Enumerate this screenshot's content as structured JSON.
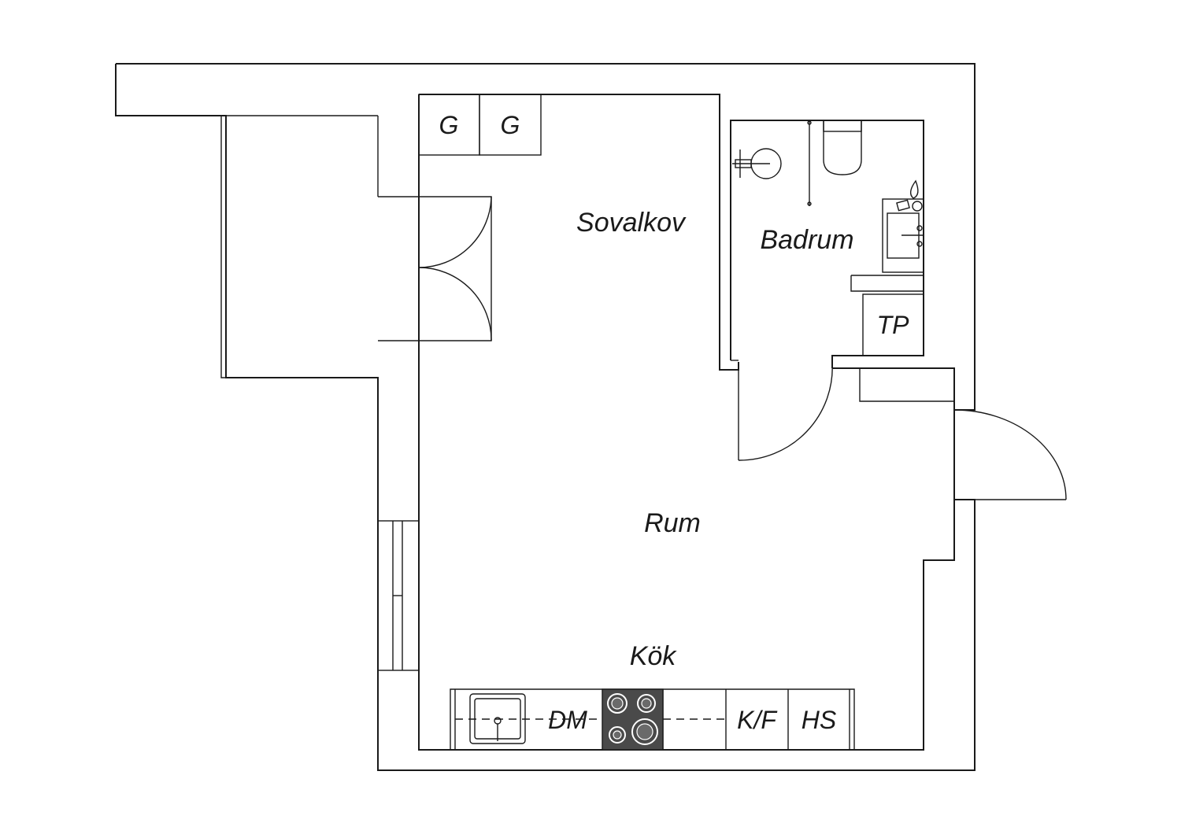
{
  "rooms": {
    "sleeping_alcove": "Sovalkov",
    "bathroom": "Badrum",
    "living_room": "Rum",
    "kitchen": "Kök"
  },
  "fixtures": {
    "wardrobe_1": "G",
    "wardrobe_2": "G",
    "washer": "TP",
    "dishwasher": "DM",
    "fridge_freezer": "K/F",
    "tall_cabinet": "HS"
  },
  "icons": {
    "stove": "stove-icon",
    "sink": "sink-icon",
    "toilet": "toilet-icon",
    "shower": "shower-icon",
    "washbasin": "washbasin-icon"
  },
  "colors": {
    "line": "#1a1a1a",
    "stove": "#4a4a4a",
    "background": "#ffffff"
  }
}
